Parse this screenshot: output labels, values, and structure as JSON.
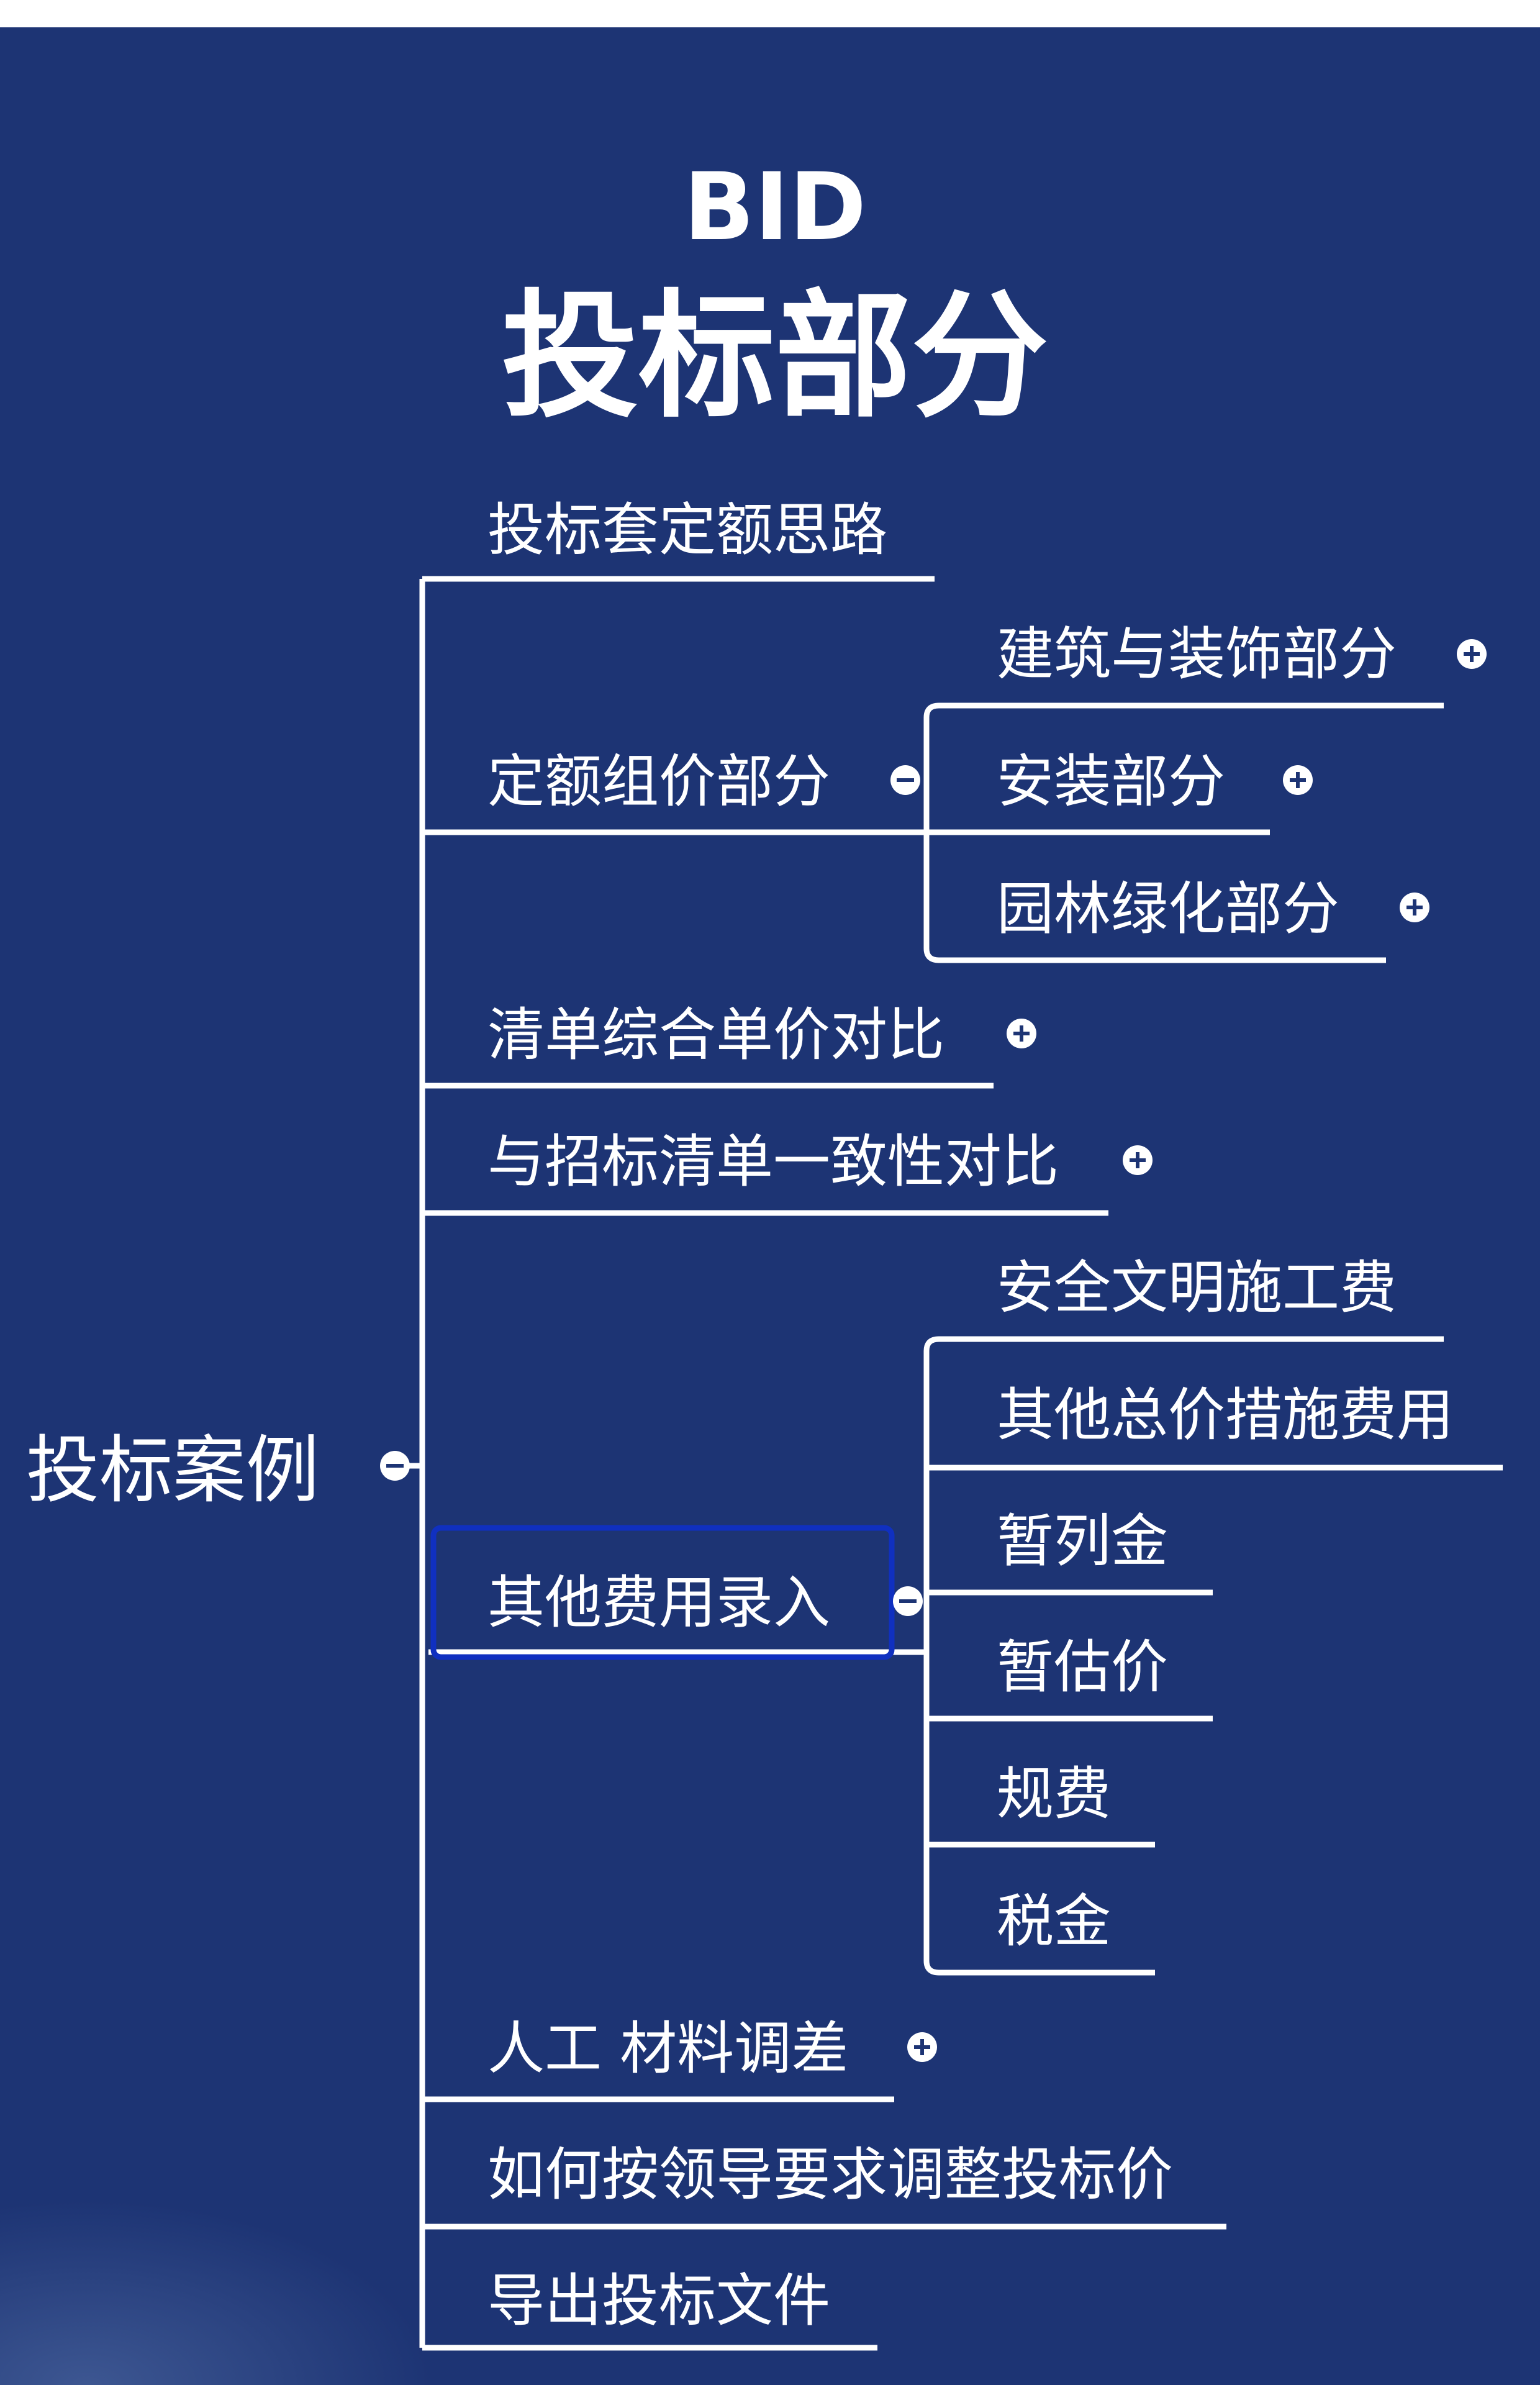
{
  "title_en": "BID",
  "title_cn": "投标部分",
  "root": {
    "label": "投标案例"
  },
  "branches": [
    {
      "label": "投标套定额思路"
    },
    {
      "label": "定额组价部分",
      "children": [
        {
          "label": "建筑与装饰部分"
        },
        {
          "label": "安装部分"
        },
        {
          "label": "园林绿化部分"
        }
      ]
    },
    {
      "label": "清单综合单价对比"
    },
    {
      "label": "与招标清单一致性对比"
    },
    {
      "label": "其他费用录入",
      "children": [
        {
          "label": "安全文明施工费"
        },
        {
          "label": "其他总价措施费用"
        },
        {
          "label": "暂列金"
        },
        {
          "label": "暂估价"
        },
        {
          "label": "规费"
        },
        {
          "label": "税金"
        }
      ]
    },
    {
      "label": "人工 材料调差"
    },
    {
      "label": "如何按领导要求调整投标价"
    },
    {
      "label": "导出投标文件"
    }
  ],
  "icons": {
    "expand": "plus-circle-icon",
    "collapse": "minus-circle-icon"
  },
  "colors": {
    "background": "#1d3474",
    "text": "#ffffff",
    "selection": "#1030c0"
  }
}
